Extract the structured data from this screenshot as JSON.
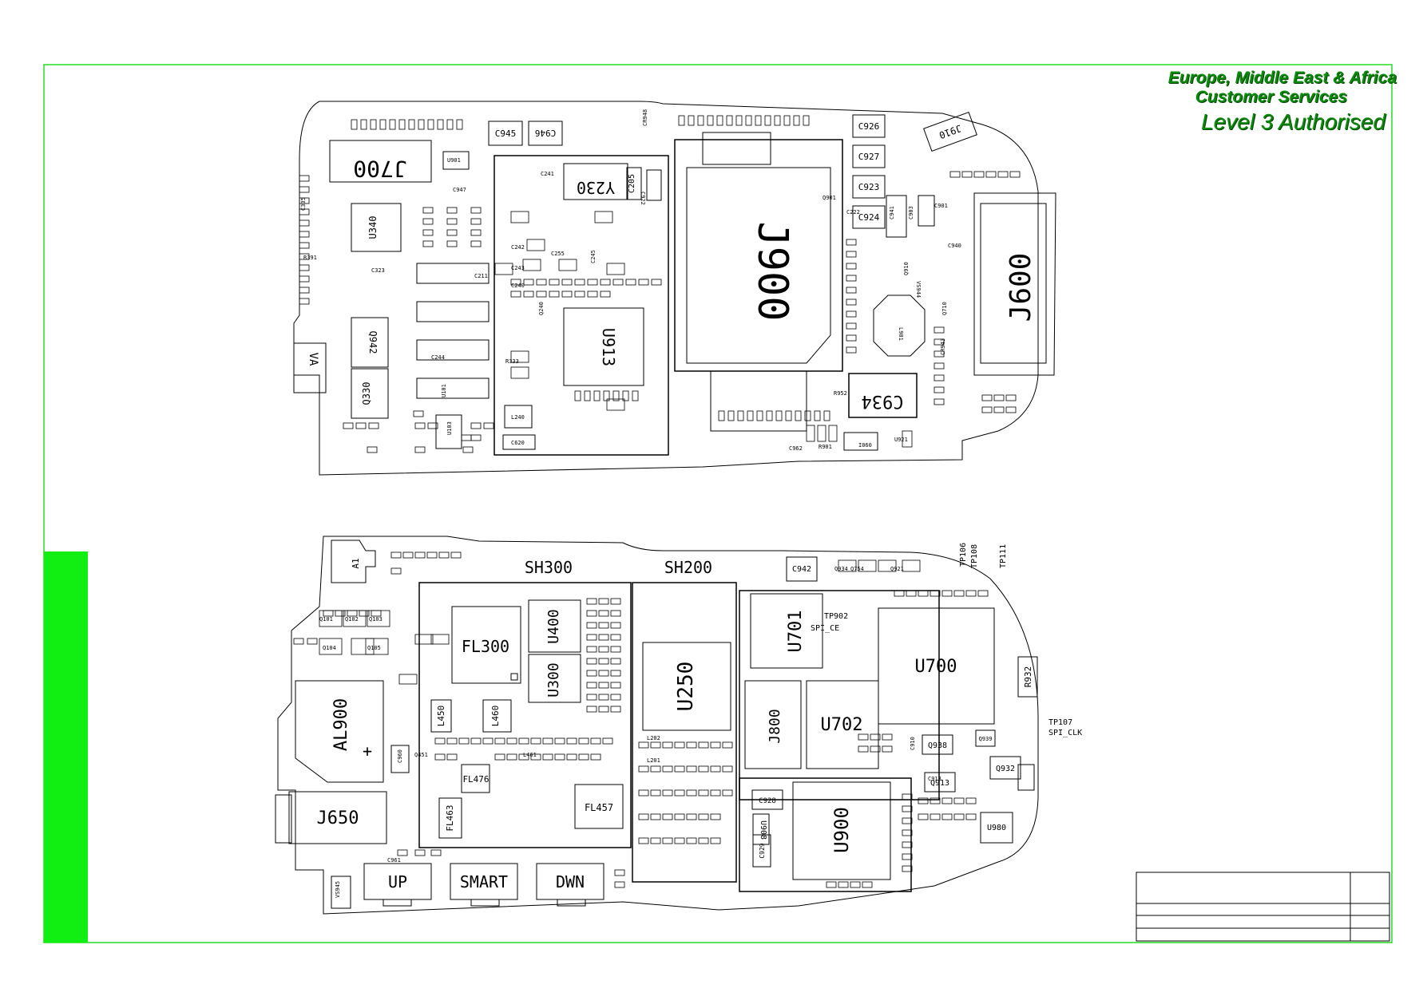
{
  "header": {
    "line1": "Europe, Middle East & Africa",
    "line2": "Customer Services",
    "line3": "Level 3 Authorised"
  },
  "colors": {
    "frame": "#22dd22",
    "tab": "#11ee11",
    "ink": "#000000",
    "header": "#0a8a0a"
  },
  "top_board": {
    "big": [
      "J700",
      "J900",
      "J600",
      "U913",
      "Y230",
      "U340",
      "Q330",
      "Q942",
      "C934"
    ],
    "caps": [
      "C945",
      "C946",
      "C926",
      "C927",
      "C923",
      "C924",
      "C205",
      "J910"
    ],
    "small": [
      "U901",
      "C947",
      "C941",
      "C903",
      "C901",
      "Q910",
      "C940",
      "VS944",
      "Q710",
      "CR943",
      "L901",
      "C242",
      "C243",
      "C244",
      "C240",
      "C245",
      "C255",
      "Q240",
      "C241",
      "L240",
      "U101",
      "U103",
      "C620",
      "R333",
      "U921",
      "I060",
      "CR948",
      "C922",
      "R952",
      "C335",
      "R391",
      "C211",
      "C323",
      "C222",
      "R901",
      "C962",
      "Q901"
    ]
  },
  "bottom_board": {
    "shields": [
      "SH300",
      "SH200"
    ],
    "big": [
      "FL300",
      "U400",
      "U300",
      "U250",
      "U701",
      "U700",
      "J800",
      "U702",
      "U900",
      "AL900",
      "J650",
      "A1"
    ],
    "buttons": [
      "UP",
      "SMART",
      "DWN"
    ],
    "small": [
      "C942",
      "Q932",
      "R932",
      "Q938",
      "Q939",
      "Q913",
      "C928",
      "C929",
      "U908",
      "U980",
      "FL457",
      "FL476",
      "FL463",
      "L450",
      "L460",
      "Q451",
      "L461",
      "L202",
      "L201",
      "C913",
      "C910",
      "Q101",
      "Q102",
      "Q103",
      "Q104",
      "Q105",
      "C960",
      "C961",
      "VS945",
      "Q934",
      "Q754",
      "Q921"
    ],
    "tp_labels": [
      "TP902",
      "SPI_CE",
      "TP107",
      "SPI_CLK",
      "TP106",
      "TP108",
      "TP111"
    ],
    "plus_sign": "+"
  },
  "title_block": {
    "rows": [
      "",
      "",
      "",
      ""
    ]
  }
}
